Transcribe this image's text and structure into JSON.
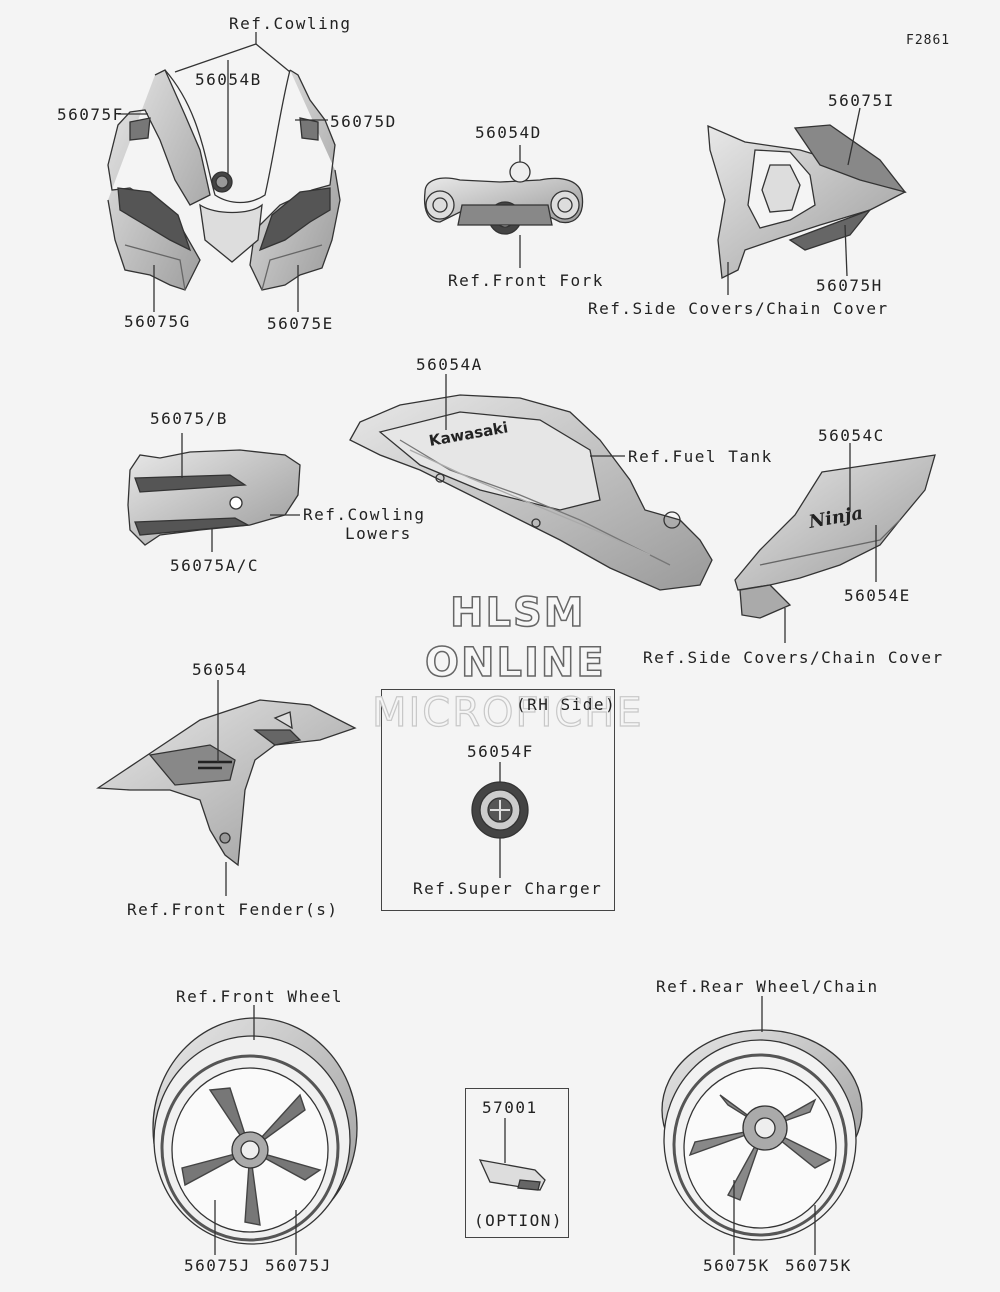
{
  "figure_code": "F2861",
  "watermark": {
    "line1": "HLSM",
    "line2": "ONLINE",
    "line3": "MICROFICHE"
  },
  "labels": {
    "ref_cowling": "Ref.Cowling",
    "p56054B": "56054B",
    "p56075F": "56075F",
    "p56075D": "56075D",
    "p56075G": "56075G",
    "p56075E": "56075E",
    "p56054D": "56054D",
    "ref_front_fork": "Ref.Front Fork",
    "p56075I": "56075I",
    "p56075H": "56075H",
    "ref_side_covers_1": "Ref.Side Covers/Chain Cover",
    "p56054A": "56054A",
    "ref_fuel_tank": "Ref.Fuel Tank",
    "p56075B": "56075/B",
    "ref_cowling_lowers_1": "Ref.Cowling",
    "ref_cowling_lowers_2": "Lowers",
    "p56075AC": "56075A/C",
    "p56054C": "56054C",
    "p56054E": "56054E",
    "ref_side_covers_2": "Ref.Side Covers/Chain Cover",
    "p56054": "56054",
    "ref_front_fender": "Ref.Front Fender(s)",
    "rh_side": "(RH Side)",
    "p56054F": "56054F",
    "ref_super_charger": "Ref.Super Charger",
    "ref_front_wheel": "Ref.Front Wheel",
    "ref_rear_wheel": "Ref.Rear Wheel/Chain",
    "p57001": "57001",
    "option": "(OPTION)",
    "p56075J_left": "56075J",
    "p56075J_right": "56075J",
    "p56075K_left": "56075K",
    "p56075K_right": "56075K"
  },
  "decal_text": {
    "tank_logo": "Kawasaki",
    "side_logo": "Ninja"
  }
}
